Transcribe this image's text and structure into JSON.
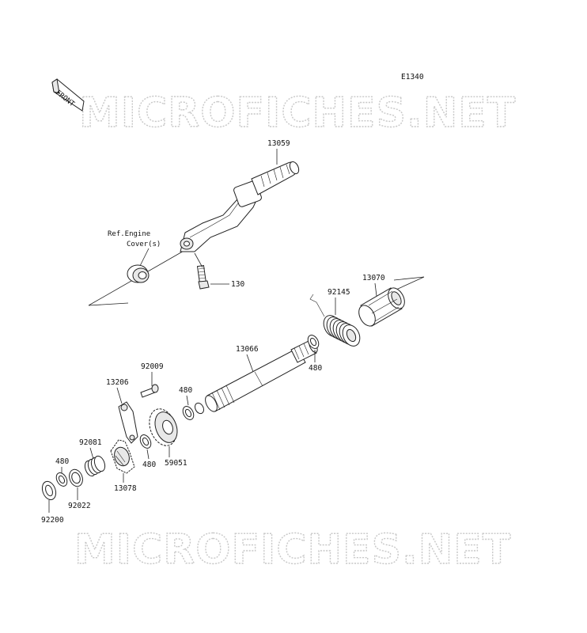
{
  "diagram": {
    "code": "E1340",
    "front_label": "FRONT",
    "watermark_top": "MICROFICHES.NET",
    "watermark_bottom": "MICROFICHES.NET",
    "reference_note_line1": "Ref.Engine",
    "reference_note_line2": "Cover(s)",
    "parts": {
      "p13059": "13059",
      "p130": "130",
      "p92145": "92145",
      "p13070": "13070",
      "p13066": "13066",
      "p480_a": "480",
      "p92009": "92009",
      "p13206": "13206",
      "p480_b": "480",
      "p92081": "92081",
      "p480_c": "480",
      "p59051": "59051",
      "p480_d": "480",
      "p13078": "13078",
      "p92022": "92022",
      "p92200": "92200"
    }
  }
}
